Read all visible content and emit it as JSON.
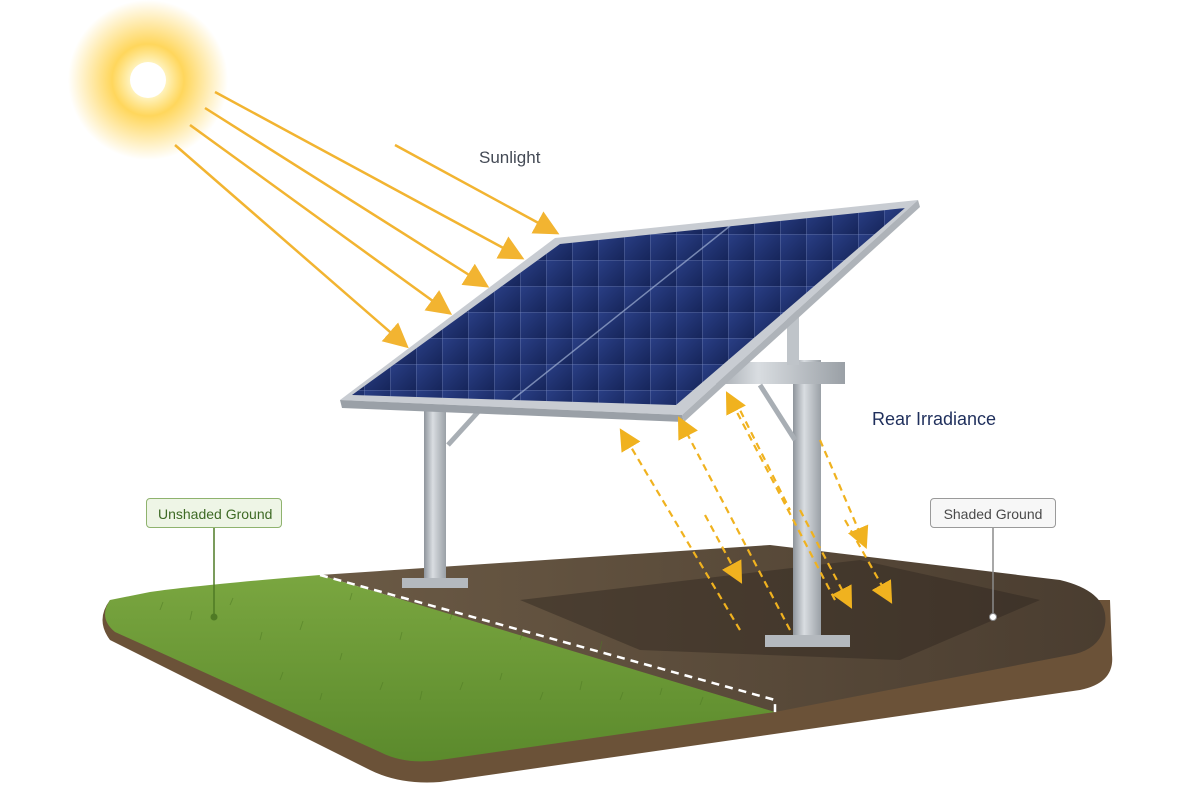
{
  "labels": {
    "sunlight": "Sunlight",
    "rear_irradiance": "Rear Irradiance",
    "unshaded_ground": "Unshaded Ground",
    "shaded_ground": "Shaded Ground"
  },
  "colors": {
    "sun": "#ffd23a",
    "sun_ray": "#f2b431",
    "panel_cell": "#1c2f6e",
    "panel_frame": "#c8ccd2",
    "post": "#b9bec4",
    "grass": "#6a9a35",
    "soil": "#5a4a3a",
    "soil_edge": "#6b5238",
    "unshaded_box_border": "#8fb36e",
    "shaded_box_border": "#9a9a9a",
    "rear_label": "#1f2f5c"
  },
  "icons": {
    "sun": "sun-icon",
    "panel": "solar-panel-icon",
    "mount": "ground-mount-icon"
  }
}
